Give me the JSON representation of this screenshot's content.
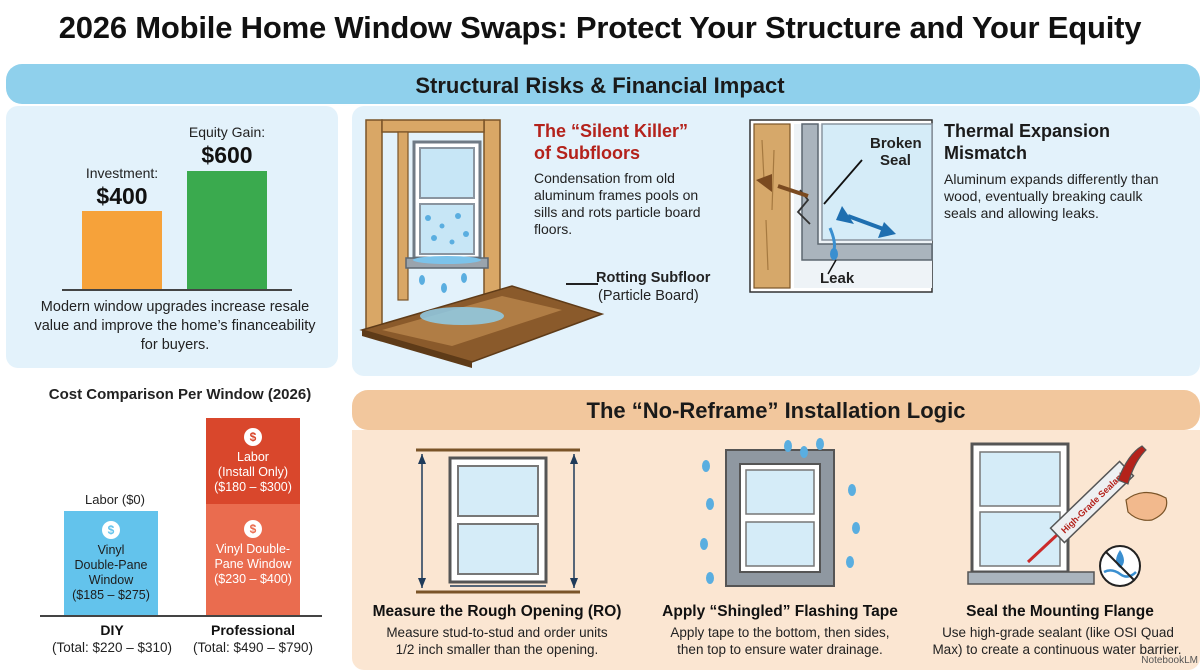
{
  "title": "2026 Mobile Home Window Swaps: Protect Your Structure and Your Equity",
  "sections": {
    "top_banner": "Structural Risks & Financial Impact",
    "bottom_banner": "The “No-Reframe” Installation Logic"
  },
  "equity": {
    "investment_label": "Investment:",
    "investment_value": "$400",
    "gain_label": "Equity Gain:",
    "gain_value": "$600",
    "caption": "Modern window upgrades increase resale value and improve the home’s financeability for buyers.",
    "colors": {
      "investment": "#f6a23a",
      "gain": "#3aaa4e"
    }
  },
  "chart_data": {
    "type": "bar",
    "title": "Cost Comparison Per Window (2026)",
    "categories": [
      "DIY",
      "Professional"
    ],
    "totals": [
      "(Total: $220 – $310)",
      "(Total: $490 – $790)"
    ],
    "series": [
      {
        "name": "Vinyl Double-Pane Window",
        "values": [
          [
            185,
            275
          ],
          [
            230,
            400
          ]
        ]
      },
      {
        "name": "Labor",
        "values": [
          [
            0,
            0
          ],
          [
            180,
            300
          ]
        ]
      }
    ],
    "labels": {
      "diy_labor": "Labor ($0)",
      "diy_window": [
        "Vinyl",
        "Double-Pane",
        "Window",
        "($185 – $275)"
      ],
      "pro_labor": [
        "Labor",
        "(Install Only)",
        "($180 – $300)"
      ],
      "pro_window": [
        "Vinyl Double-",
        "Pane Window",
        "($230 – $400)"
      ]
    },
    "colors": {
      "diy": "#63c3ec",
      "pro_labor": "#d9472c",
      "pro_window": "#ea6c4f"
    }
  },
  "risks": {
    "silent_killer": {
      "heading_1": "The “Silent Killer”",
      "heading_2": "of Subfloors",
      "body": [
        "Condensation from old",
        "aluminum frames pools on",
        "sills and rots particle board",
        "floors."
      ],
      "callout_1": "Rotting Subfloor",
      "callout_2": "(Particle Board)"
    },
    "thermal": {
      "heading_1": "Thermal Expansion",
      "heading_2": "Mismatch",
      "body": [
        "Aluminum expands differently than",
        "wood, eventually breaking caulk",
        "seals and allowing leaks."
      ],
      "broken_seal_1": "Broken",
      "broken_seal_2": "Seal",
      "leak": "Leak"
    }
  },
  "steps": [
    {
      "title": "Measure the Rough Opening (RO)",
      "body": [
        "Measure stud-to-stud and order units",
        "1/2 inch smaller than the opening."
      ]
    },
    {
      "title": "Apply “Shingled” Flashing Tape",
      "body": [
        "Apply tape to the bottom, then sides,",
        "then top to ensure water drainage."
      ]
    },
    {
      "title": "Seal the Mounting Flange",
      "body": [
        "Use high-grade sealant (like OSI Quad",
        "Max) to create a continuous water barrier."
      ],
      "tube_label": "High-Grade Sealant"
    }
  ],
  "icons": {
    "coin": "$",
    "watermark": "NotebookLM"
  }
}
